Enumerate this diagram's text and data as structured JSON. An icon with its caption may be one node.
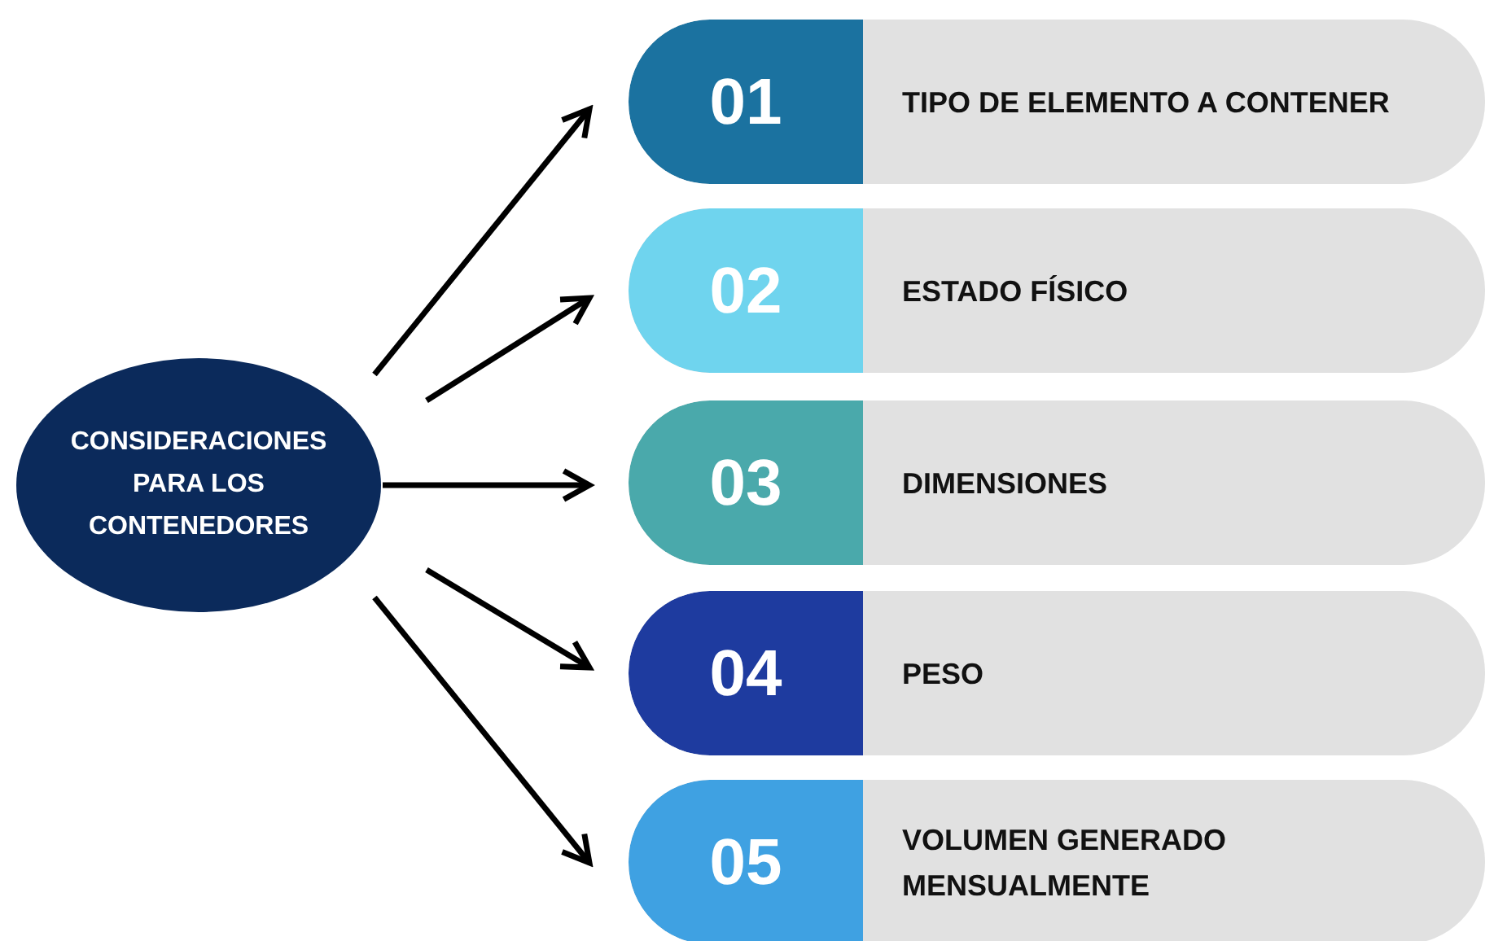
{
  "diagram": {
    "nodes": [
      {
        "text": [
          "CONSIDERACIONES PARA LOS CONTENEDORES"
        ]
      },
      {
        "text": [
          "01",
          "TIPO DE ELEMENTO A CONTENER"
        ]
      },
      {
        "text": [
          "02",
          "ESTADO FÍSICO"
        ]
      },
      {
        "text": [
          "03",
          "DIMENSIONES"
        ]
      },
      {
        "text": [
          "04",
          "PESO"
        ]
      },
      {
        "text": [
          "05",
          "VOLUMEN GENERADO MENSUALMENTE"
        ]
      }
    ],
    "edges": [
      {
        "from": 0,
        "to": 1,
        "arrow": "to"
      },
      {
        "from": 0,
        "to": 2,
        "arrow": "to"
      },
      {
        "from": 0,
        "to": 3,
        "arrow": "to"
      },
      {
        "from": 0,
        "to": 4,
        "arrow": "to"
      },
      {
        "from": 0,
        "to": 5,
        "arrow": "to"
      }
    ]
  }
}
